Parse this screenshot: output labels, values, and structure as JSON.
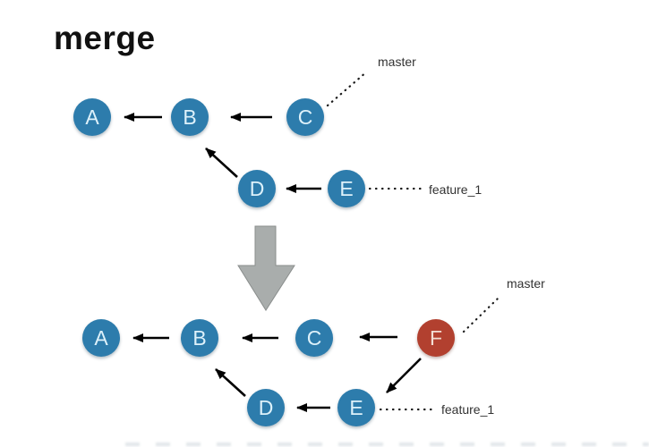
{
  "title": "merge",
  "colors": {
    "node_blue": "#2d7cac",
    "node_merge_red": "#b2402f",
    "node_letter_blue": "#ddf1fa",
    "node_letter_red": "#f3ded4",
    "edge_black": "#000000",
    "big_arrow_gray": "#a9adac",
    "label_text": "#333333"
  },
  "before": {
    "nodes": [
      {
        "id": "A",
        "label": "A",
        "type": "commit"
      },
      {
        "id": "B",
        "label": "B",
        "type": "commit"
      },
      {
        "id": "C",
        "label": "C",
        "type": "commit"
      },
      {
        "id": "D",
        "label": "D",
        "type": "commit"
      },
      {
        "id": "E",
        "label": "E",
        "type": "commit"
      }
    ],
    "edges": [
      {
        "from": "B",
        "to": "A"
      },
      {
        "from": "C",
        "to": "B"
      },
      {
        "from": "D",
        "to": "B"
      },
      {
        "from": "E",
        "to": "D"
      }
    ],
    "branches": [
      {
        "label": "master",
        "points_to": "C"
      },
      {
        "label": "feature_1",
        "points_to": "E"
      }
    ]
  },
  "after": {
    "nodes": [
      {
        "id": "A",
        "label": "A",
        "type": "commit"
      },
      {
        "id": "B",
        "label": "B",
        "type": "commit"
      },
      {
        "id": "C",
        "label": "C",
        "type": "commit"
      },
      {
        "id": "F",
        "label": "F",
        "type": "merge-commit"
      },
      {
        "id": "D",
        "label": "D",
        "type": "commit"
      },
      {
        "id": "E",
        "label": "E",
        "type": "commit"
      }
    ],
    "edges": [
      {
        "from": "B",
        "to": "A"
      },
      {
        "from": "C",
        "to": "B"
      },
      {
        "from": "F",
        "to": "C"
      },
      {
        "from": "D",
        "to": "B"
      },
      {
        "from": "E",
        "to": "D"
      },
      {
        "from": "F",
        "to": "E"
      }
    ],
    "branches": [
      {
        "label": "master",
        "points_to": "F"
      },
      {
        "label": "feature_1",
        "points_to": "E"
      }
    ]
  }
}
